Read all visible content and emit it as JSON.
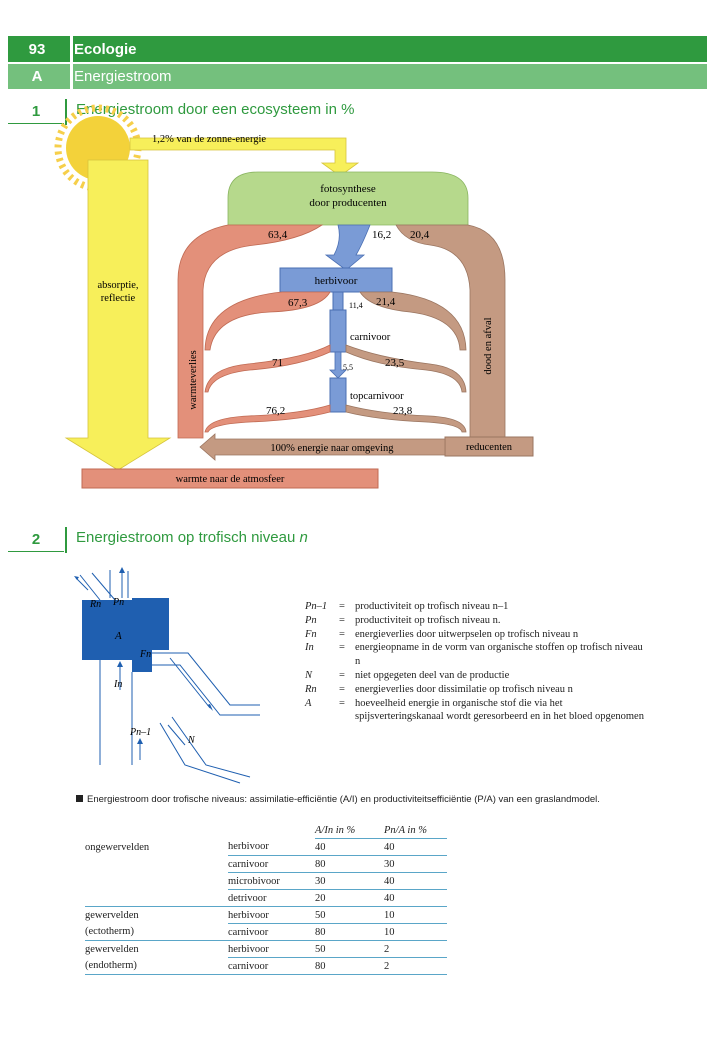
{
  "header": {
    "page_number": "93",
    "title": "Ecologie"
  },
  "subheader": {
    "letter": "A",
    "title": "Energiestroom"
  },
  "section1": {
    "number": "1",
    "title": "Energiestroom door een ecosysteem in %",
    "diagram": {
      "solar_label": "1,2% van de zonne-energie",
      "photosynthesis_line1": "fotosynthese",
      "photosynthesis_line2": "door producenten",
      "absorption_line1": "absorptie,",
      "absorption_line2": "reflectie",
      "heat_loss_label": "warmteverlies",
      "death_waste_label": "dood en afval",
      "herbivore_label": "herbivoor",
      "carnivore_label": "carnivoor",
      "topcarnivore_label": "topcarnivoor",
      "decomposers_label": "reducenten",
      "environment_label": "100% energie naar omgeving",
      "atmosphere_label": "warmte naar de atmosfeer",
      "values": {
        "prod_heat": "63,4",
        "prod_herb": "16,2",
        "prod_dead": "20,4",
        "herb_heat": "67,3",
        "herb_carn": "11,4",
        "herb_dead": "21,4",
        "carn_heat": "71",
        "carn_top": "5,5",
        "carn_dead": "23,5",
        "top_heat": "76,2",
        "top_dead": "23,8"
      }
    }
  },
  "section2": {
    "number": "2",
    "title_prefix": "Energiestroom op trofisch niveau ",
    "title_var": "n",
    "diagram_labels": {
      "Rn": "Rn",
      "Pn": "Pn",
      "A": "A",
      "Fn": "Fn",
      "In": "In",
      "Pn1": "Pn–1",
      "N": "N"
    },
    "legend": [
      {
        "symbol": "Pn–1",
        "eq": "=",
        "definition": "productiviteit op trofisch niveau n–1"
      },
      {
        "symbol": "Pn",
        "eq": "=",
        "definition": "productiviteit op trofisch niveau n."
      },
      {
        "symbol": "Fn",
        "eq": "=",
        "definition": "energieverlies door uitwerpselen op trofisch niveau n"
      },
      {
        "symbol": "In",
        "eq": "=",
        "definition": "energieopname in de vorm van organische stoffen op trofisch niveau n"
      },
      {
        "symbol": "N",
        "eq": "=",
        "definition": "niet opgegeten deel van de productie"
      },
      {
        "symbol": "Rn",
        "eq": "=",
        "definition": "energieverlies door dissimilatie op trofisch niveau n"
      },
      {
        "symbol": "A",
        "eq": "=",
        "definition": "hoeveelheid energie in organische stof die via het spijsverteringskanaal wordt geresorbeerd en in het bloed opgenomen"
      }
    ]
  },
  "table": {
    "caption": "Energiestroom door trofische niveaus: assimilatie-efficiëntie (A/I) en productiviteitsefficiëntie (P/A) van een graslandmodel.",
    "headers": [
      "",
      "",
      "A/In in %",
      "Pn/A in %"
    ],
    "rows": [
      {
        "group": "ongewervelden",
        "level": "herbivoor",
        "ai": "40",
        "pa": "40"
      },
      {
        "group": "",
        "level": "carnivoor",
        "ai": "80",
        "pa": "30"
      },
      {
        "group": "",
        "level": "microbivoor",
        "ai": "30",
        "pa": "40"
      },
      {
        "group": "",
        "level": "detrivoor",
        "ai": "20",
        "pa": "40"
      },
      {
        "group": "gewervelden",
        "level": "herbivoor",
        "ai": "50",
        "pa": "10"
      },
      {
        "group": "(ectotherm)",
        "level": "carnivoor",
        "ai": "80",
        "pa": "10"
      },
      {
        "group": "gewervelden",
        "level": "herbivoor",
        "ai": "50",
        "pa": "2"
      },
      {
        "group": "(endotherm)",
        "level": "carnivoor",
        "ai": "80",
        "pa": "2"
      }
    ]
  },
  "colors": {
    "green_dark": "#2f9a3f",
    "green_light": "#74c07d",
    "heat": "#e3907a",
    "waste": "#c49a82",
    "blue": "#7a9bd6",
    "yellow": "#f7ef5a",
    "diagram_blue": "#1f5fb0"
  }
}
